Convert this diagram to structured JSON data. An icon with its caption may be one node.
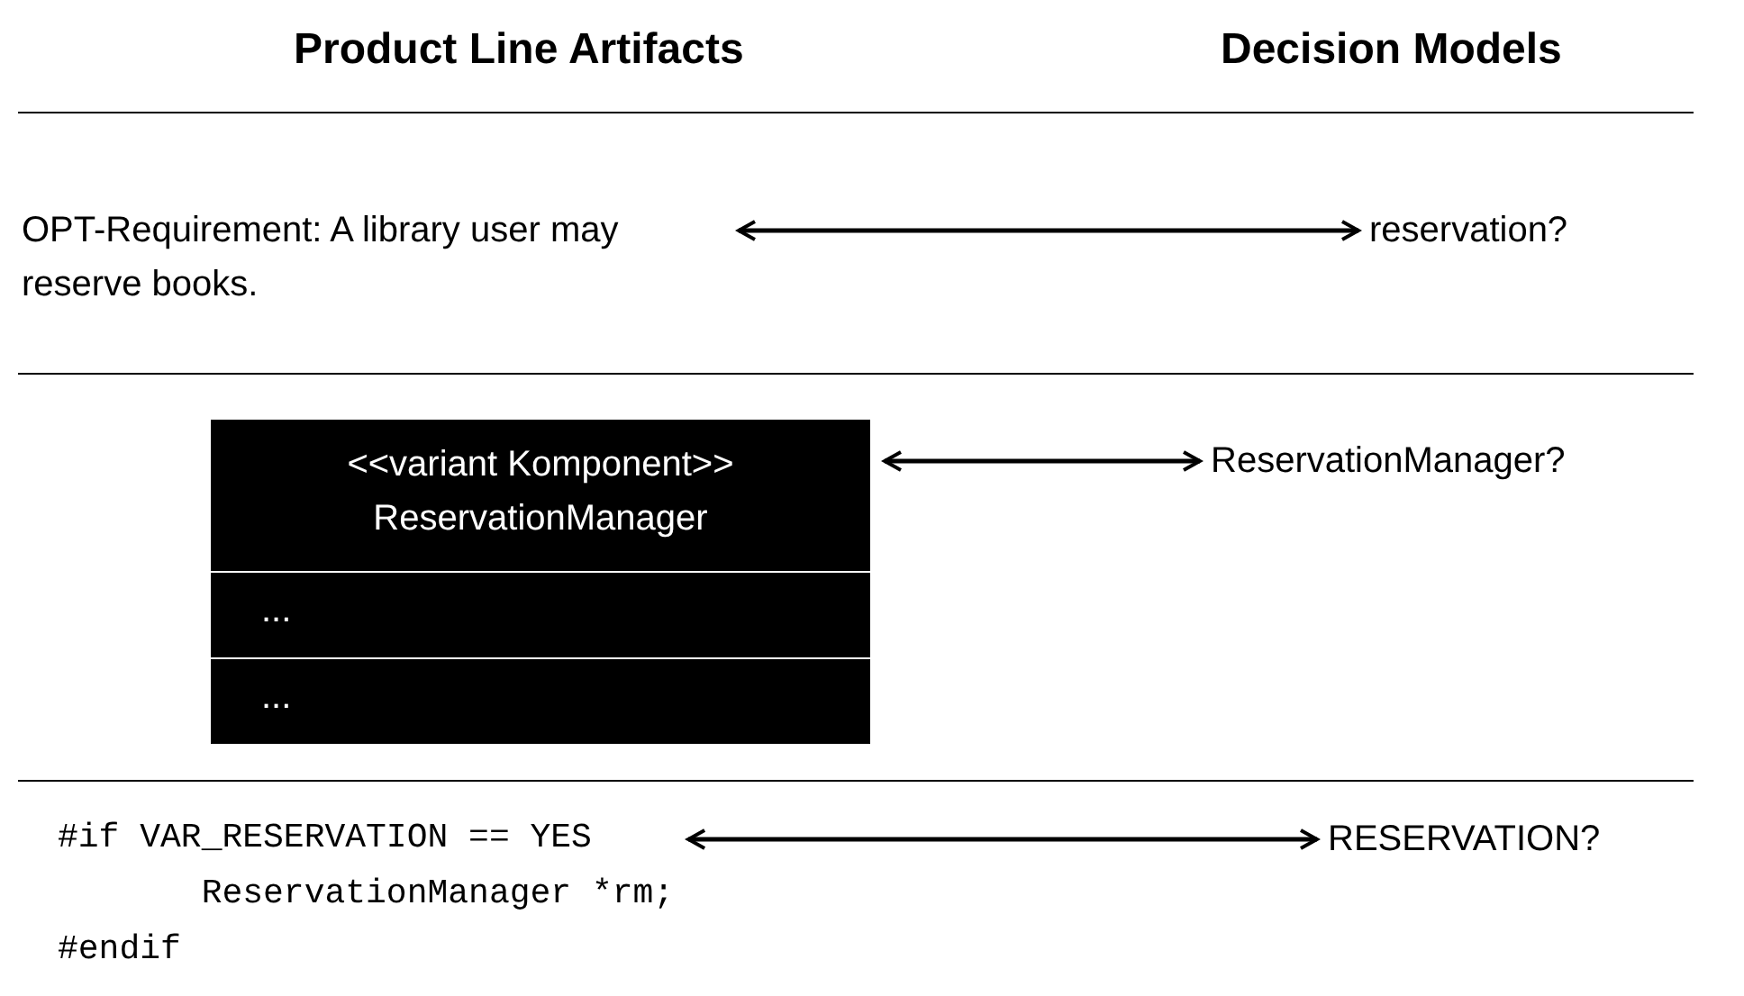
{
  "diagram": {
    "nodes": [
      {
        "text": [
          "OPT-Requirement: A library user may reserve books."
        ]
      },
      {
        "text": [
          "reservation?"
        ]
      },
      {
        "text": [
          "<<variant Komponent>> ReservationManager",
          "...",
          "..."
        ]
      },
      {
        "text": [
          "ReservationManager?"
        ]
      },
      {
        "text": [
          "#if VAR_RESERVATION == YES",
          "ReservationManager *rm;",
          "#endif"
        ]
      },
      {
        "text": [
          "RESERVATION?"
        ]
      }
    ],
    "edges": [
      {
        "from": 0,
        "to": 1,
        "arrow": "both"
      },
      {
        "from": 2,
        "to": 3,
        "arrow": "both"
      },
      {
        "from": 4,
        "to": 5,
        "arrow": "both"
      }
    ],
    "labels": [
      "Product Line Artifacts",
      "Decision Models"
    ]
  }
}
